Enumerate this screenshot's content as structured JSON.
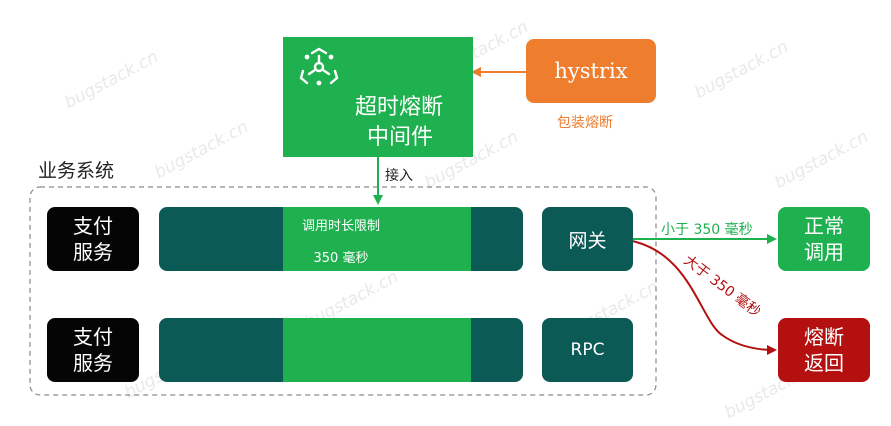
{
  "watermark": "bugstack.cn",
  "middleware": {
    "title_line1": "超时熔断",
    "title_line2": "中间件",
    "icon": "recycle-nodes-icon"
  },
  "hystrix": {
    "label": "hystrix",
    "caption": "包装熔断"
  },
  "connect_label": "接入",
  "system_label": "业务系统",
  "row1": {
    "service": "支付\n服务",
    "bar_top": "调用时长限制",
    "bar_bottom": "350 毫秒",
    "gateway": "网关"
  },
  "row2": {
    "service": "支付\n服务",
    "gateway": "RPC"
  },
  "outcomes": {
    "normal": {
      "label": "正常\n调用",
      "condition": "小于 350 毫秒"
    },
    "fuse": {
      "label": "熔断\n返回",
      "condition": "大于 350 毫秒"
    }
  },
  "colors": {
    "green": "#1fb04f",
    "teal": "#0b5a55",
    "red": "#b3100f",
    "orange": "#ef7d2e"
  }
}
